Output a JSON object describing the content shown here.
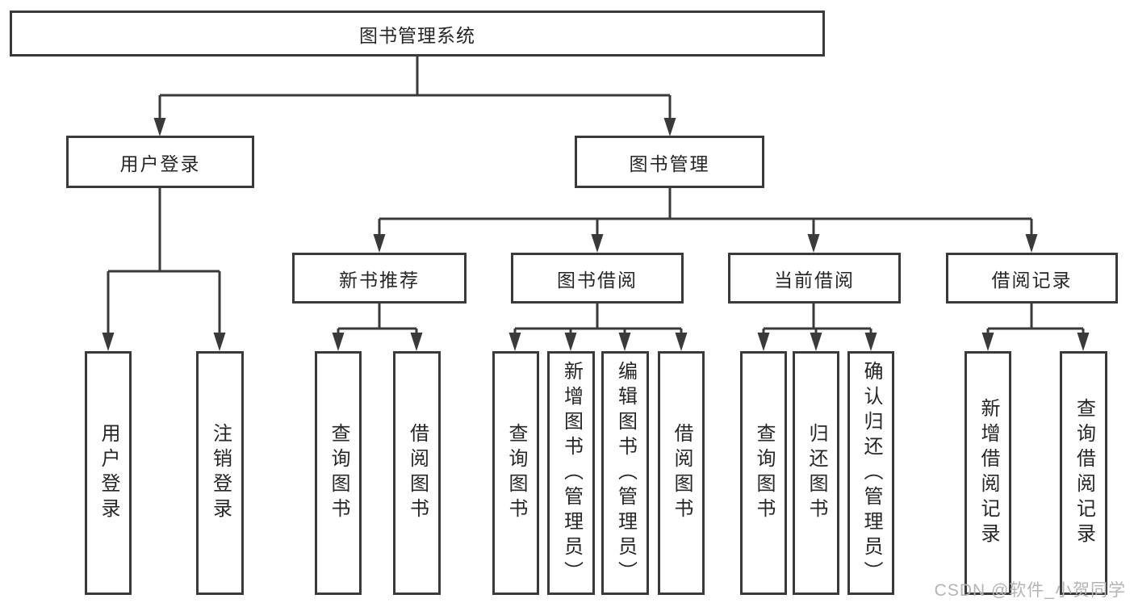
{
  "colors": {
    "line": "#3a3a3a",
    "box_border": "#3a3a3a",
    "text": "#262626",
    "background": "#ffffff",
    "watermark": "#b4b4b4"
  },
  "diagram": {
    "root": {
      "label": "图书管理系统"
    },
    "user_login": {
      "label": "用户登录",
      "children": [
        {
          "label": "用户登录"
        },
        {
          "label": "注销登录"
        }
      ]
    },
    "book_mgmt": {
      "label": "图书管理",
      "sections": [
        {
          "label": "新书推荐",
          "children": [
            {
              "label": "查询图书"
            },
            {
              "label": "借阅图书"
            }
          ]
        },
        {
          "label": "图书借阅",
          "children": [
            {
              "label": "查询图书"
            },
            {
              "label": "新增图书（管理员）"
            },
            {
              "label": "编辑图书（管理员）"
            },
            {
              "label": "借阅图书"
            }
          ]
        },
        {
          "label": "当前借阅",
          "children": [
            {
              "label": "查询图书"
            },
            {
              "label": "归还图书"
            },
            {
              "label": "确认归还（管理员）"
            }
          ]
        },
        {
          "label": "借阅记录",
          "children": [
            {
              "label": "新增借阅记录"
            },
            {
              "label": "查询借阅记录"
            }
          ]
        }
      ]
    }
  },
  "watermark": {
    "text": "CSDN @软件_小贺同学"
  }
}
